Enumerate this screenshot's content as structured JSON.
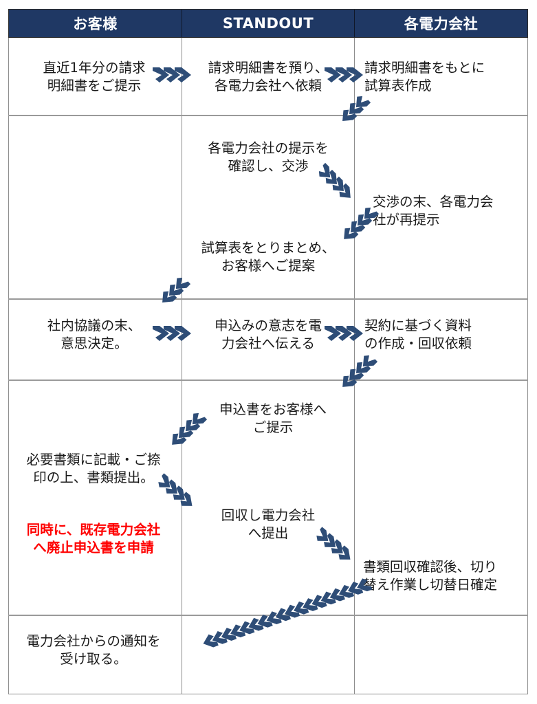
{
  "diagram": {
    "title_columns": [
      {
        "id": "customer",
        "label": "お客様"
      },
      {
        "id": "standout",
        "label": "STANDOUT"
      },
      {
        "id": "utilities",
        "label": "各電力会社"
      }
    ],
    "colors": {
      "header_bg": "#1f3864",
      "header_text": "#ffffff",
      "arrow": "#2e4d77",
      "grid": "#8d8d8d",
      "body_text": "#1a1a1a",
      "highlight_text": "#ff0000"
    },
    "steps": [
      {
        "id": "step-1-customer",
        "column": "customer",
        "row": 1,
        "text": "直近1年分の請求\n明細書をご提示"
      },
      {
        "id": "step-2-standout",
        "column": "standout",
        "row": 1,
        "text": "請求明細書を預り、\n各電力会社へ依頼"
      },
      {
        "id": "step-3-utilities",
        "column": "utilities",
        "row": 1,
        "text": "請求明細書をもとに\n試算表作成"
      },
      {
        "id": "step-4-standout",
        "column": "standout",
        "row": 2,
        "text": "各電力会社の提示を\n確認し、交渉"
      },
      {
        "id": "step-5-utilities",
        "column": "utilities",
        "row": 2,
        "text": "交渉の末、各電力会\n社が再提示"
      },
      {
        "id": "step-6-standout",
        "column": "standout",
        "row": 2,
        "text": "試算表をとりまとめ、\nお客様へご提案"
      },
      {
        "id": "step-7-customer",
        "column": "customer",
        "row": 3,
        "text": "社内協議の末、\n意思決定。"
      },
      {
        "id": "step-8-standout",
        "column": "standout",
        "row": 3,
        "text": "申込みの意志を電\n力会社へ伝える"
      },
      {
        "id": "step-9-utilities",
        "column": "utilities",
        "row": 3,
        "text": "契約に基づく資料\nの作成・回収依頼"
      },
      {
        "id": "step-10-standout",
        "column": "standout",
        "row": 4,
        "text": "申込書をお客様へ\nご提示"
      },
      {
        "id": "step-11-customer",
        "column": "customer",
        "row": 4,
        "text": "必要書類に記載・ご捺\n印の上、書類提出。"
      },
      {
        "id": "step-12-customer-alert",
        "column": "customer",
        "row": 4,
        "text": "同時に、既存電力会社\nへ廃止申込書を申請",
        "emphasis": "red"
      },
      {
        "id": "step-13-standout",
        "column": "standout",
        "row": 4,
        "text": "回収し電力会社\nへ提出"
      },
      {
        "id": "step-14-utilities",
        "column": "utilities",
        "row": 4,
        "text": "書類回収確認後、切り\n替え作業し切替日確定"
      },
      {
        "id": "step-15-customer",
        "column": "customer",
        "row": 5,
        "text": "電力会社からの通知を\n受け取る。"
      }
    ],
    "arrows": [
      {
        "id": "arrow-customer-to-standout-1",
        "icon": "chevrons-right-icon",
        "direction": "right"
      },
      {
        "id": "arrow-standout-to-utilities-1",
        "icon": "chevrons-right-icon",
        "direction": "right"
      },
      {
        "id": "arrow-utilities-to-standout-1",
        "icon": "chevrons-up-left-icon",
        "direction": "up-left"
      },
      {
        "id": "arrow-standout-to-utilities-2",
        "icon": "chevrons-down-right-icon",
        "direction": "down-right"
      },
      {
        "id": "arrow-utilities-to-standout-2",
        "icon": "chevrons-up-left-icon",
        "direction": "up-left"
      },
      {
        "id": "arrow-standout-to-customer-1",
        "icon": "chevrons-up-left-icon",
        "direction": "up-left"
      },
      {
        "id": "arrow-customer-to-standout-2",
        "icon": "chevrons-right-icon",
        "direction": "right"
      },
      {
        "id": "arrow-standout-to-utilities-3",
        "icon": "chevrons-right-icon",
        "direction": "right"
      },
      {
        "id": "arrow-utilities-to-standout-3",
        "icon": "chevrons-up-left-icon",
        "direction": "up-left"
      },
      {
        "id": "arrow-standout-to-customer-2",
        "icon": "chevrons-up-left-icon",
        "direction": "up-left"
      },
      {
        "id": "arrow-customer-to-standout-3",
        "icon": "chevrons-down-right-icon",
        "direction": "down-right"
      },
      {
        "id": "arrow-standout-to-utilities-4",
        "icon": "chevrons-down-right-icon",
        "direction": "down-right"
      },
      {
        "id": "arrow-utilities-to-customer-1",
        "icon": "chevrons-left-icon",
        "direction": "up-left-long"
      }
    ]
  }
}
